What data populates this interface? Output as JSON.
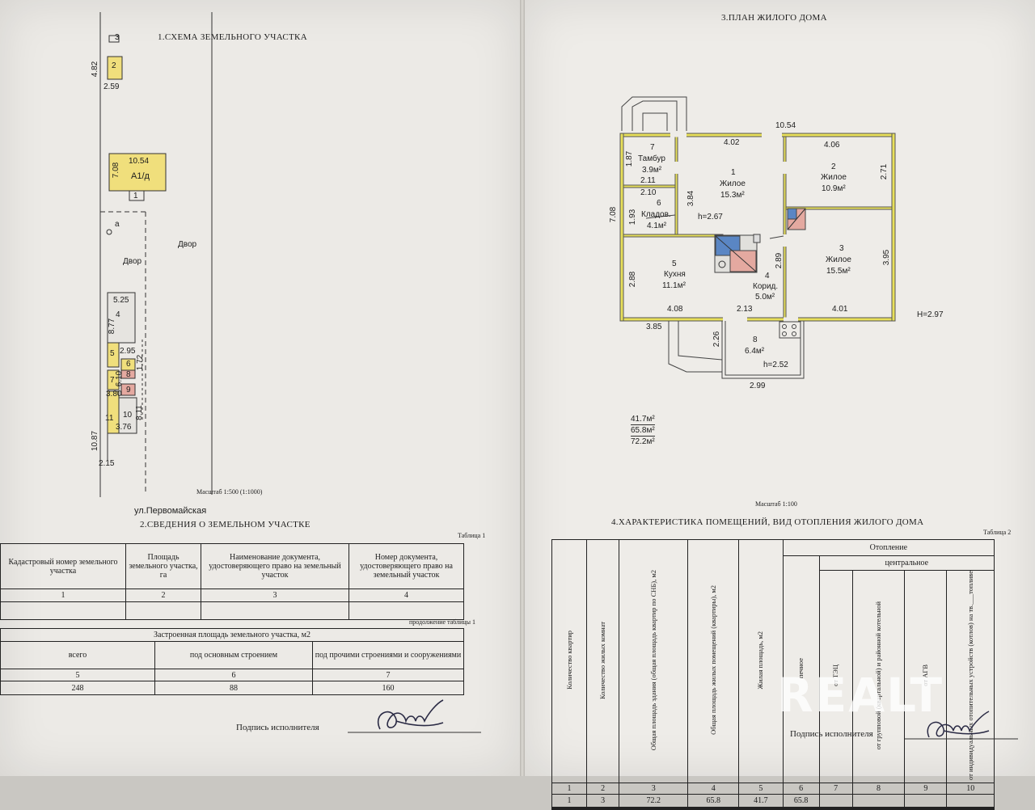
{
  "left": {
    "site_title": "1.СХЕМА ЗЕМЕЛЬНОГО УЧАСТКА",
    "site_plan": {
      "b3": "3",
      "b2_label": "2",
      "b2_len": "4.82",
      "b2_w": "2.59",
      "house_len": "10.54",
      "house_label": "А1/д",
      "house_w": "7.08",
      "porch": "1",
      "marker_a": "а",
      "yard1": "Двор",
      "yard2": "Двор",
      "b4_w": "5.25",
      "b4_label": "4",
      "b4_len": "8.77",
      "b5": "5",
      "b5_w": "2.95",
      "b6": "6",
      "b7": "7",
      "b8": "8",
      "b9": "9",
      "b7_len": "6.10",
      "b7_w": "3.80",
      "side_172": "1.72",
      "side_811": "8.11",
      "b10": "10",
      "b11": "11",
      "b11_w": "3.76",
      "total_len": "10.87",
      "bottom_w": "2.15"
    },
    "scale": "Масштаб 1:500 (1:1000)",
    "street": "ул.Первомайская",
    "land_title": "2.СВЕДЕНИЯ О ЗЕМЕЛЬНОМ УЧАСТКЕ",
    "table1_caption": "Таблица 1",
    "table1_headers": [
      "Кадастровый номер земельного участка",
      "Площадь земельного участка, га",
      "Наименование документа, удостоверяющего право на земельный участок",
      "Номер документа, удостоверяющего право на земельный участок"
    ],
    "table1_nums": [
      "1",
      "2",
      "3",
      "4"
    ],
    "cont_caption": "продолжение таблицы 1",
    "built_header": "Застроенная площадь земельного участка, м2",
    "built_cols": [
      "всего",
      "под основным строением",
      "под прочими строениями и сооружениями"
    ],
    "built_nums": [
      "5",
      "6",
      "7"
    ],
    "built_vals": [
      "248",
      "88",
      "160"
    ],
    "signature": "Подпись исполнителя"
  },
  "right": {
    "plan_title": "3.ПЛАН ЖИЛОГО ДОМА",
    "floor_plan": {
      "overall_w": "10.54",
      "r1_w": "4.02",
      "r2_w": "4.06",
      "r7_num": "7",
      "r7_name": "Тамбур",
      "r7_area": "3.9м²",
      "r7_h": "1.87",
      "r7_w": "2.11",
      "r1_num": "1",
      "r1_name": "Жилое",
      "r1_area": "15.3м²",
      "r2_num": "2",
      "r2_name": "Жилое",
      "r2_area": "10.9м²",
      "r2_h": "2.71",
      "r6_w": "2.10",
      "r6_num": "6",
      "r6_name": "Кладов.",
      "r6_area": "4.1м²",
      "r6_h": "1.93",
      "r1_h": "3.84",
      "h_main": "h=2.67",
      "overall_h": "7.08",
      "r5_num": "5",
      "r5_name": "Кухня",
      "r5_area": "11.1м²",
      "r5_h": "2.88",
      "r4_num": "4",
      "r4_name": "Корид.",
      "r4_area": "5.0м²",
      "r4_h": "2.89",
      "r3_num": "3",
      "r3_name": "Жилое",
      "r3_area": "15.5м²",
      "r3_h": "3.95",
      "b_408": "4.08",
      "b_213": "2.13",
      "b_401": "4.01",
      "H_total": "H=2.97",
      "b_385": "3.85",
      "r8_h": "2.26",
      "r8_num": "8",
      "r8_area": "6.4м²",
      "r8_height": "h=2.52",
      "r8_w": "2.99"
    },
    "areas": [
      "41.7м²",
      "65.8м²",
      "72.2м²"
    ],
    "scale": "Масштаб 1:100",
    "char_title": "4.ХАРАКТЕРИСТИКА ПОМЕЩЕНИЙ, ВИД ОТОПЛЕНИЯ ЖИЛОГО ДОМА",
    "table2_caption": "Таблица 2",
    "heating": "Отопление",
    "central": "центральное",
    "col_headers": [
      "Количество квартир",
      "Количество жилых комнат",
      "Общая площадь здания (общая площадь квартир по СНБ), м2",
      "Общая площадь жилых помещений (квартиры), м2",
      "Жилая площадь, м2",
      "печное",
      "от ТЭЦ",
      "от групповой (квартальной) и районной котельной",
      "от АГВ",
      "от индивидуальных отопительных устройств (котлов) на тв.___топливе"
    ],
    "col_nums": [
      "1",
      "2",
      "3",
      "4",
      "5",
      "6",
      "7",
      "8",
      "9",
      "10"
    ],
    "row_vals": [
      "1",
      "3",
      "72.2",
      "65.8",
      "41.7",
      "65.8",
      "",
      "",
      "",
      ""
    ],
    "signature": "Подпись исполнителя",
    "watermark": "REALT"
  }
}
